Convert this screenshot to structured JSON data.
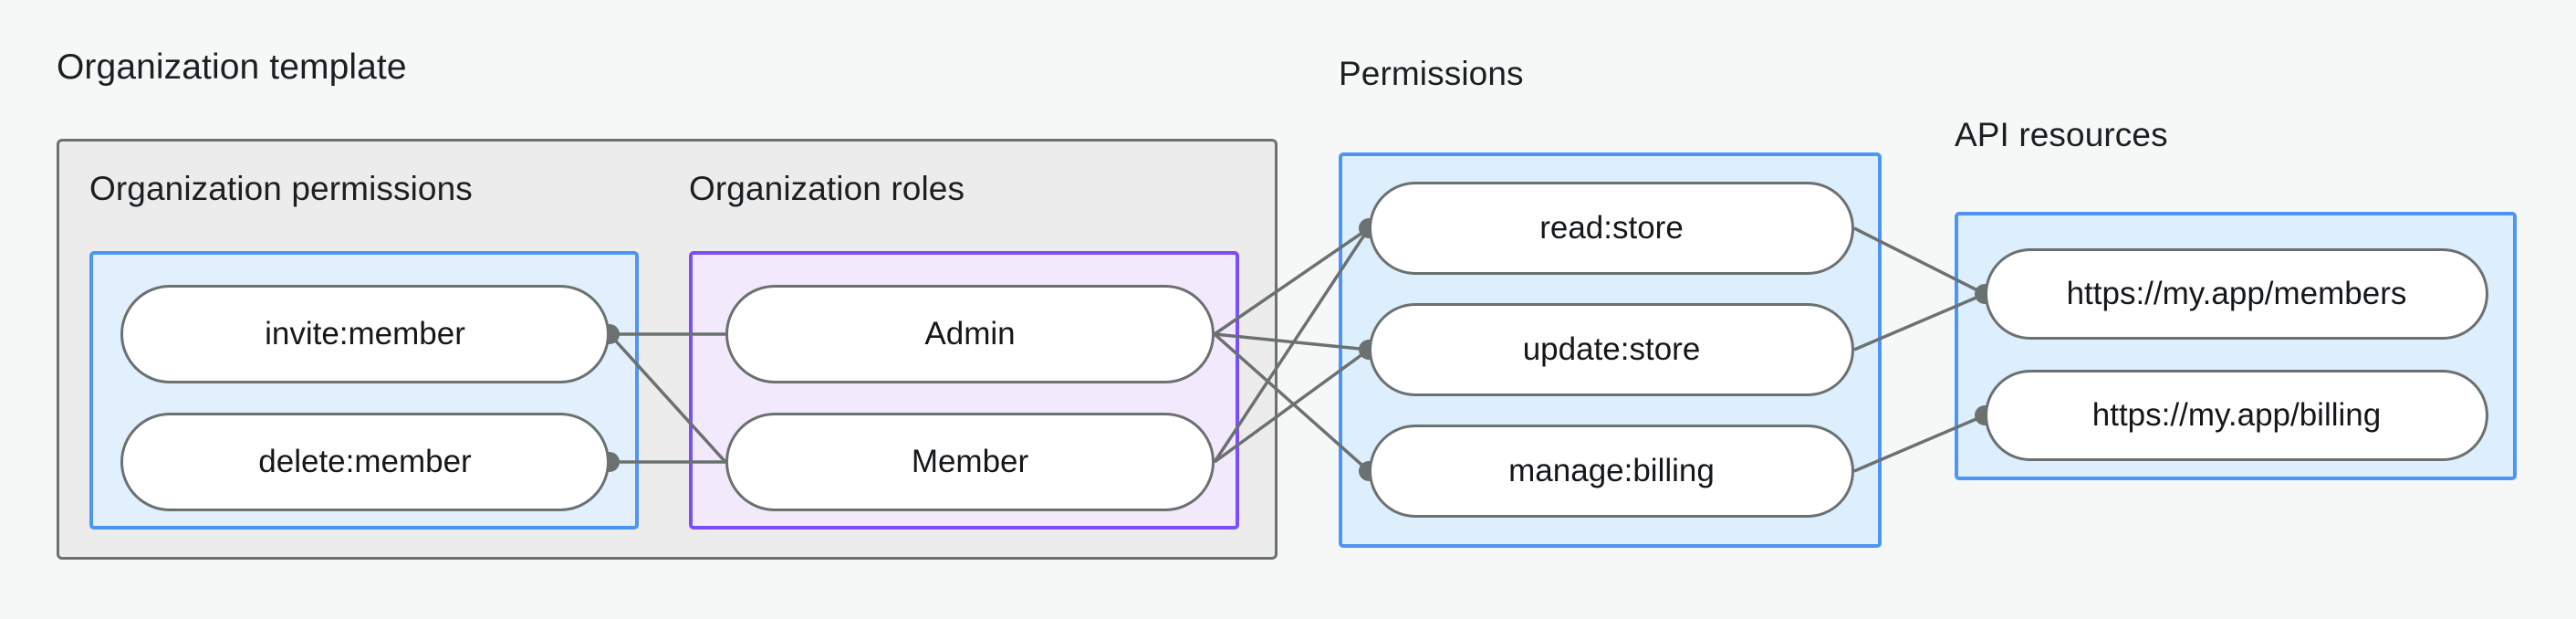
{
  "diagram": {
    "title_org_template": "Organization template",
    "title_permissions_col": "Permissions",
    "title_api_resources": "API resources",
    "groups": {
      "org_permissions": {
        "label": "Organization permissions",
        "nodes": [
          {
            "label": "invite:member"
          },
          {
            "label": "delete:member"
          }
        ]
      },
      "org_roles": {
        "label": "Organization roles",
        "nodes": [
          {
            "label": "Admin"
          },
          {
            "label": "Member"
          }
        ]
      },
      "permissions": {
        "label": "Permissions",
        "nodes": [
          {
            "label": "read:store"
          },
          {
            "label": "update:store"
          },
          {
            "label": "manage:billing"
          }
        ]
      },
      "api_resources": {
        "label": "API resources",
        "nodes": [
          {
            "label": "https://my.app/members"
          },
          {
            "label": "https://my.app/billing"
          }
        ]
      }
    },
    "edges": [
      {
        "from": "invite:member",
        "to": "Admin"
      },
      {
        "from": "invite:member",
        "to": "Member"
      },
      {
        "from": "delete:member",
        "to": "Member"
      },
      {
        "from": "Admin",
        "to": "read:store"
      },
      {
        "from": "Admin",
        "to": "update:store"
      },
      {
        "from": "Admin",
        "to": "manage:billing"
      },
      {
        "from": "Member",
        "to": "read:store"
      },
      {
        "from": "Member",
        "to": "update:store"
      },
      {
        "from": "read:store",
        "to": "https://my.app/members"
      },
      {
        "from": "update:store",
        "to": "https://my.app/members"
      },
      {
        "from": "manage:billing",
        "to": "https://my.app/billing"
      }
    ],
    "colors": {
      "background": "#f6f8f8",
      "group_outer_fill": "#ececec",
      "group_outer_border": "#6b7070",
      "blue_fill": "#e2f0fd",
      "blue_border": "#4d94f5",
      "purple_fill": "#f3e9fc",
      "purple_border": "#7c4dfb",
      "node_fill": "#ffffff",
      "node_border": "#6b7070",
      "edge": "#6b7070",
      "text": "#15181b"
    }
  }
}
